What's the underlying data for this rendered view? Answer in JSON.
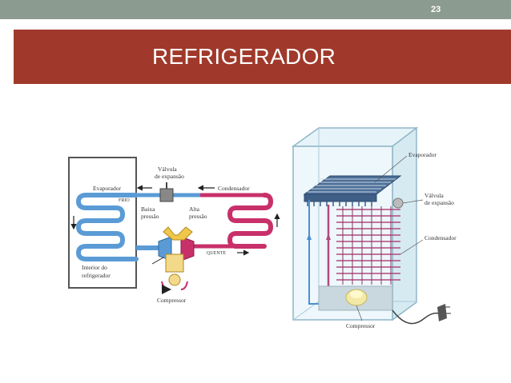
{
  "slide": {
    "page_number": "23",
    "title": "REFRIGERADOR"
  },
  "left_diagram": {
    "valve_label_1": "Válvula",
    "valve_label_2": "de expansão",
    "evaporator": "Evaporador",
    "condenser": "Condensador",
    "cold": "FRIO",
    "hot": "QUENTE",
    "low_pressure_1": "Baixa",
    "low_pressure_2": "pressão",
    "high_pressure_1": "Alta",
    "high_pressure_2": "pressão",
    "interior_1": "Interior do",
    "interior_2": "refrigerador",
    "compressor": "Compressor"
  },
  "right_diagram": {
    "evaporator": "Evaporador",
    "valve_1": "Válvula",
    "valve_2": "de expansão",
    "condenser": "Condensador",
    "compressor": "Compressor"
  },
  "colors": {
    "title_band": "#a0392b",
    "top_bar": "#8c9b90",
    "cold_pipe": "#5a9bd6",
    "hot_pipe": "#c8306a"
  }
}
